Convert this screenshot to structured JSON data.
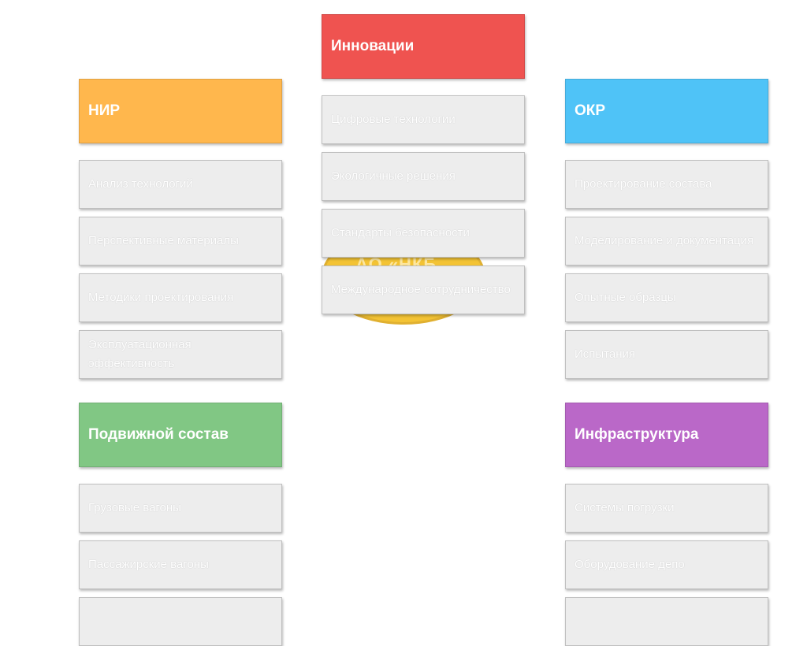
{
  "colors": {
    "innovations": "#ef5350",
    "nir": "#ffb74d",
    "okr": "#4fc3f7",
    "rolling_stock": "#81c784",
    "infrastructure": "#ba68c8",
    "item_bg": "#ededed"
  },
  "center": {
    "title": "Инновации",
    "ellipse_text": "АО «НКБ",
    "items": [
      "Цифровые технологии",
      "Экологичные решения",
      "Стандарты безопасности",
      "Международное сотрудничество"
    ]
  },
  "nir": {
    "title": "НИР",
    "items": [
      "Анализ технологий",
      "Перспективные материалы",
      "Методики проектирования",
      "Эксплуатационная эффективность"
    ]
  },
  "okr": {
    "title": "ОКР",
    "items": [
      "Проектирование состава",
      "Моделирование и документация",
      "Опытные образцы",
      "Испытания"
    ]
  },
  "rolling_stock": {
    "title": "Подвижной состав",
    "items": [
      "Грузовые вагоны",
      "Пассажирские вагоны",
      ""
    ]
  },
  "infrastructure": {
    "title": "Инфраструктура",
    "items": [
      "Системы погрузки",
      "Оборудование депо",
      ""
    ]
  }
}
